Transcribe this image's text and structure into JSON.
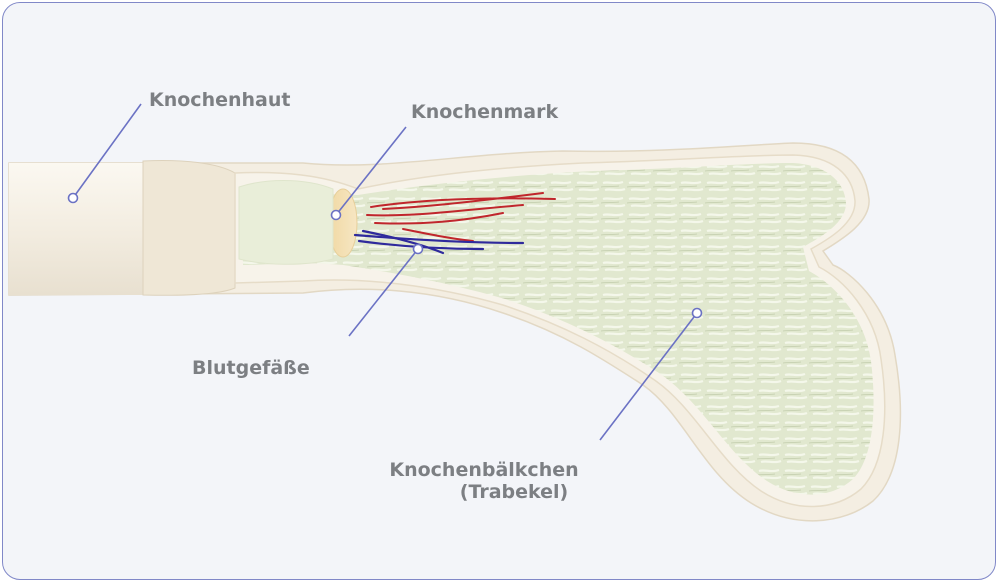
{
  "labels": {
    "periosteum": "Knochenhaut",
    "marrow": "Knochenmark",
    "vessels": "Blutgefäße",
    "trabeculae_line1": "Knochenbälkchen",
    "trabeculae_line2": "(Trabekel)"
  },
  "colors": {
    "frame_border": "#8088c8",
    "background": "#f3f5f9",
    "leader_line": "#6b72c4",
    "label_text": "#7c7f83",
    "periosteum_fill": "#f7f2e8",
    "trabecular_fill": "#e4ead3",
    "artery": "#c0262c",
    "vein": "#2f2a9c"
  }
}
